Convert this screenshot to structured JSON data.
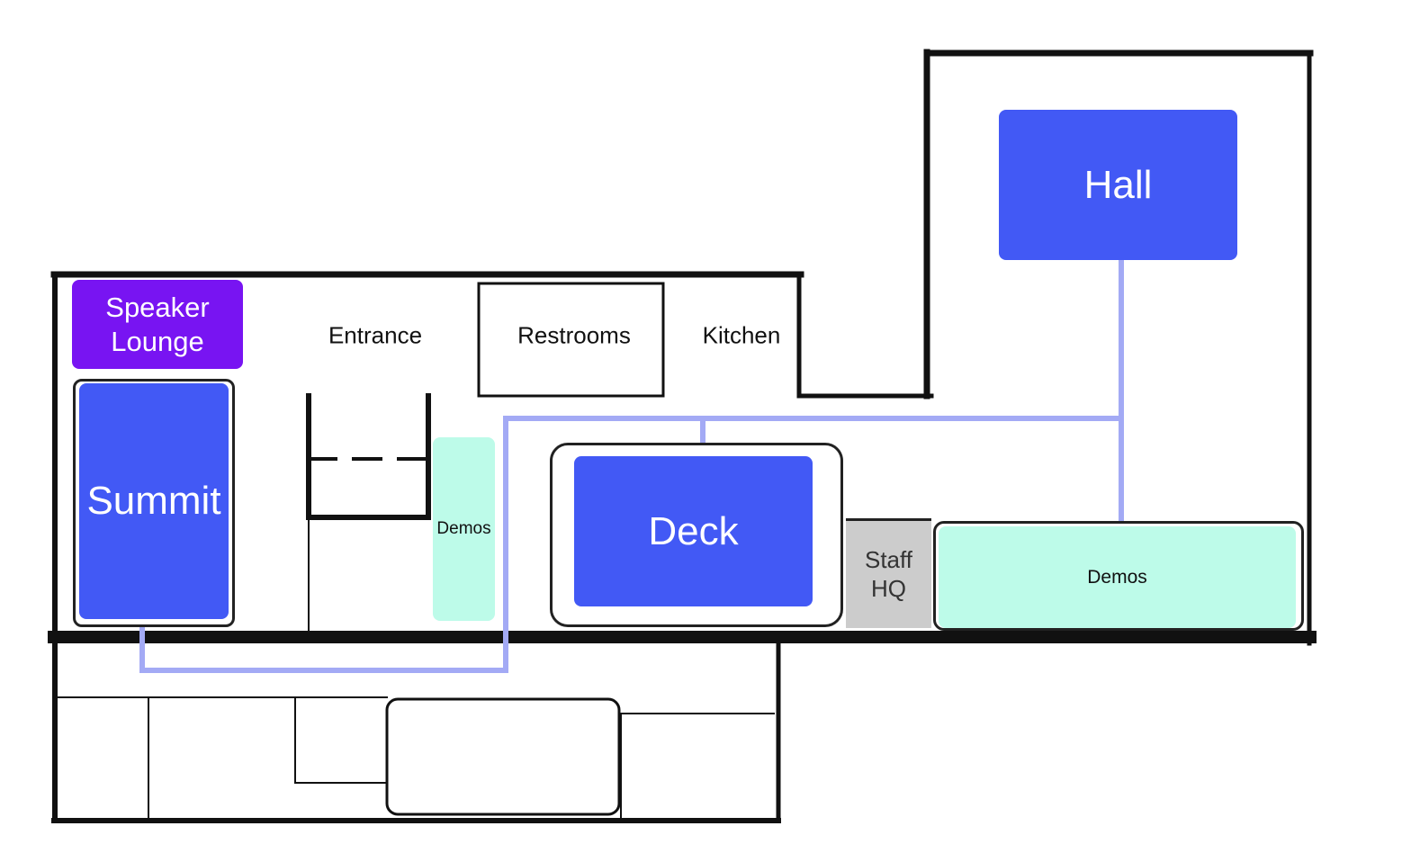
{
  "map": {
    "rooms": {
      "speaker_lounge": {
        "label_line1": "Speaker",
        "label_line2": "Lounge",
        "color": "#7814f2"
      },
      "summit": {
        "label": "Summit",
        "color": "#4259f5"
      },
      "demos_small": {
        "label": "Demos",
        "color": "#bdfbe9"
      },
      "deck": {
        "label": "Deck",
        "color": "#4259f5"
      },
      "staff_hq": {
        "label_line1": "Staff",
        "label_line2": "HQ",
        "color": "#cccccc"
      },
      "demos_large": {
        "label": "Demos",
        "color": "#bdfbe9"
      },
      "hall": {
        "label": "Hall",
        "color": "#4259f5"
      }
    },
    "areas": {
      "entrance": "Entrance",
      "restrooms": "Restrooms",
      "kitchen": "Kitchen"
    },
    "path_color": "#a3aaf5"
  }
}
